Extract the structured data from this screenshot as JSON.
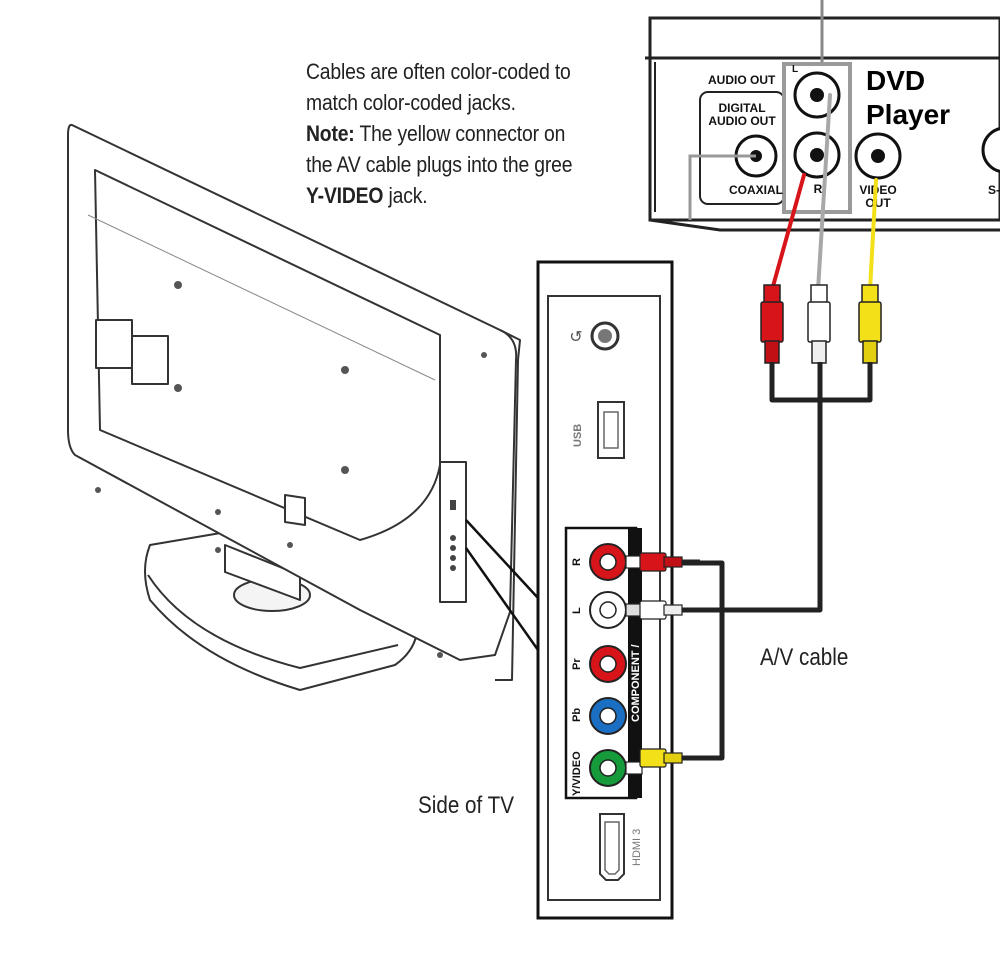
{
  "note": {
    "line1": "Cables are often color-coded to",
    "line2": "match color-coded jacks.",
    "note_label": "Note:",
    "line3_rest": " The yellow connector on",
    "line4": "the AV cable plugs into the gree",
    "yvideo_label": "Y-VIDEO",
    "line5_rest": " jack."
  },
  "dvd": {
    "title_line1": "DVD",
    "title_line2": "Player",
    "audio_out": "AUDIO OUT",
    "digital_line1": "DIGITAL",
    "digital_line2": "AUDIO OUT",
    "coaxial": "COAXIAL",
    "jack_l": "L",
    "jack_r": "R",
    "video_line1": "VIDEO",
    "video_line2": "OUT",
    "s_video": "S-"
  },
  "tv_panel": {
    "usb": "USB",
    "jack_r": "R",
    "jack_l": "L",
    "jack_pr": "Pr",
    "jack_pb": "Pb",
    "jack_yvideo": "Y/VIDEO",
    "component": "COMPONENT /",
    "hdmi": "HDMI 3"
  },
  "labels": {
    "av_cable": "A/V cable",
    "side_of_tv": "Side of TV"
  },
  "colors": {
    "red": "#d7141a",
    "white": "#ffffff",
    "yellow": "#f3e019",
    "green": "#169b3b",
    "blue": "#1a6fc2",
    "cable": "#222222",
    "gray_cable": "#a8a8a8"
  }
}
